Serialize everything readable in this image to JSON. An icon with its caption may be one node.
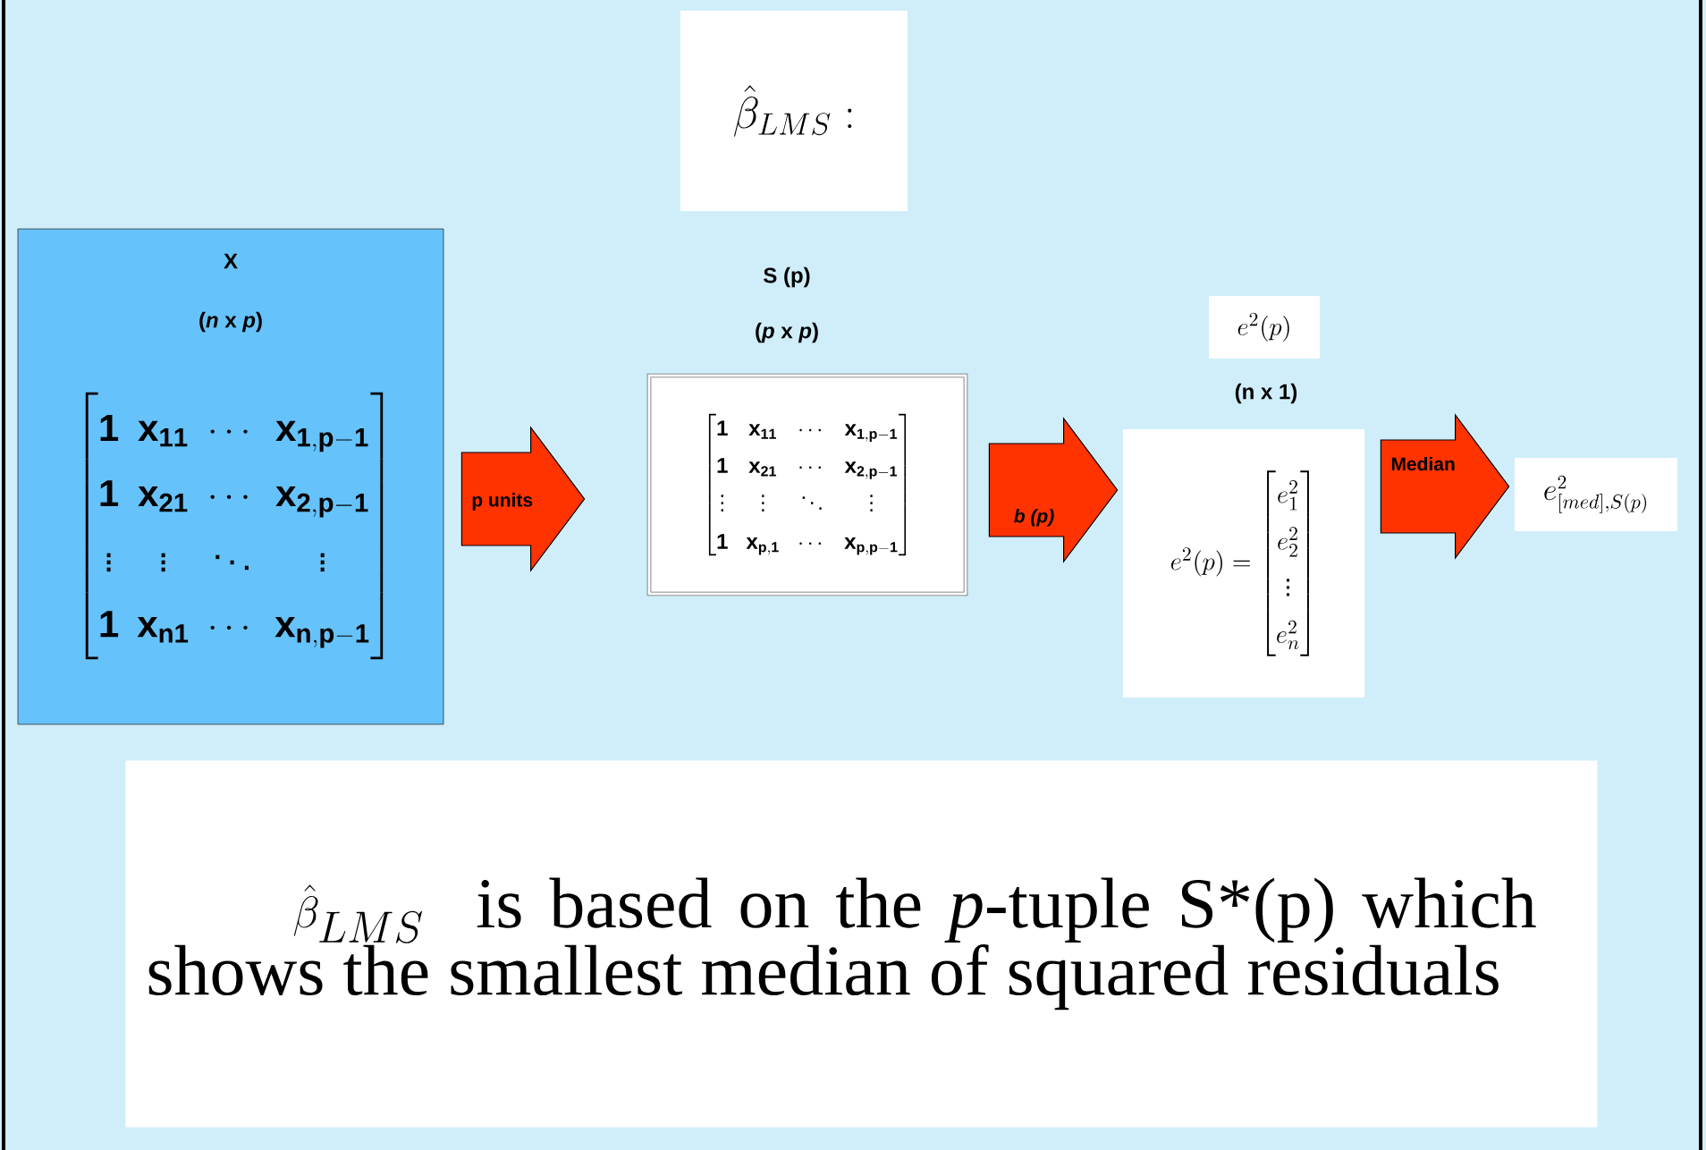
{
  "diagram": {
    "title": "\\hat{\\beta}_{LMS} :",
    "caption": "is based on the *p*-tuple S*(p) which shows the smallest median of squared residuals",
    "nodes": [
      {
        "text": [
          "X",
          "(*n* x *p*)",
          "\\begin{bmatrix}\\mathbf{1} & \\mathbf{x}_{\\mathbf{11}} & \\cdots & \\mathbf{x}_{\\mathbf{1,p-1}}\\\\ \\mathbf{1} & \\mathbf{x}_{\\mathbf{21}} & \\cdots & \\mathbf{x}_{\\mathbf{2,p-1}}\\\\ \\vdots & \\vdots & \\ddots & \\vdots\\\\ \\mathbf{1} & \\mathbf{x}_{\\mathbf{n1}} & \\cdots & \\mathbf{x}_{\\mathbf{n,p-1}}\\end{bmatrix}"
        ]
      },
      {
        "text": [
          "S (p)",
          "(*p* x *p*)",
          "\\begin{bmatrix}\\mathbf{1} & \\mathbf{x}_{\\mathbf{11}} & \\cdots & \\mathbf{x}_{\\mathbf{1,p-1}}\\\\ \\mathbf{1} & \\mathbf{x}_{\\mathbf{21}} & \\cdots & \\mathbf{x}_{\\mathbf{2,p-1}}\\\\ \\vdots & \\vdots & \\ddots & \\vdots\\\\ \\mathbf{1} & \\mathbf{x}_{\\mathbf{p,1}} & \\cdots & \\mathbf{x}_{\\mathbf{p,p-1}}\\end{bmatrix}"
        ]
      },
      {
        "text": [
          "e^2(p)",
          "(n x 1)",
          "e^2(p) = \\begin{bmatrix} e_1^2\\\\ e_2^2\\\\ \\vdots\\\\ e_n^2\\end{bmatrix}"
        ]
      },
      {
        "text": [
          "e^2_{[med],S(p)}"
        ]
      }
    ],
    "edges": [
      {
        "from": 0,
        "to": 1,
        "arrow": "to",
        "label": "p units"
      },
      {
        "from": 1,
        "to": 2,
        "arrow": "to",
        "label": "b (p)"
      },
      {
        "from": 2,
        "to": 3,
        "arrow": "to",
        "label": "Median"
      }
    ],
    "labels": [
      "\\hat{\\beta}_{LMS}"
    ]
  }
}
